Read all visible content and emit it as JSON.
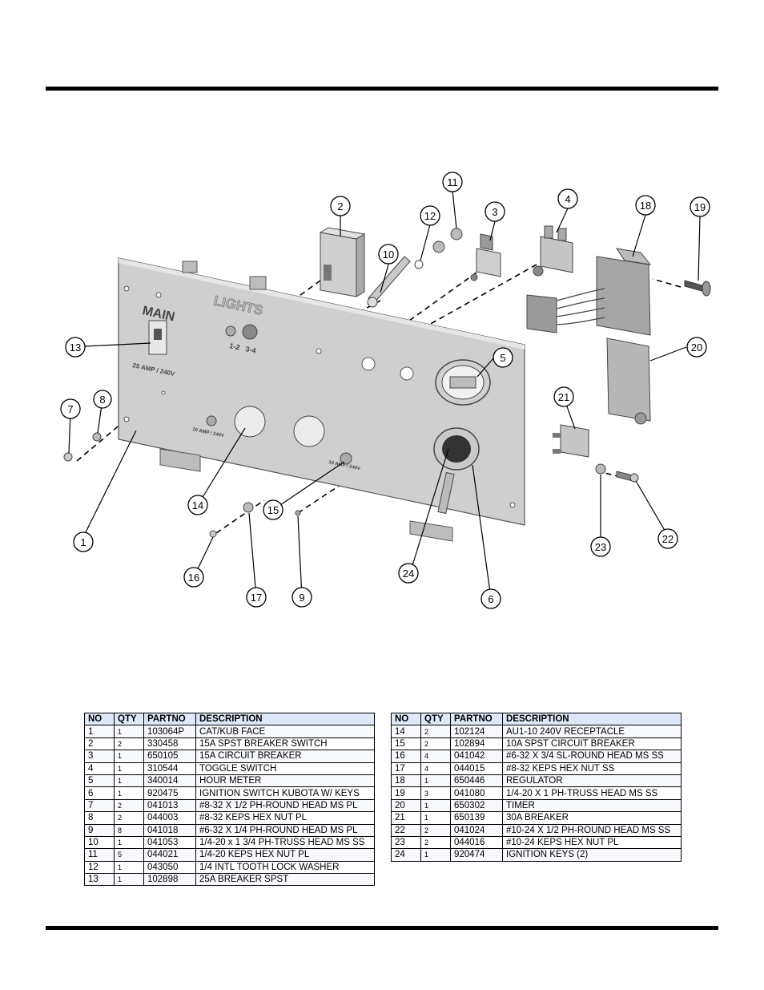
{
  "diagram": {
    "panel_labels": {
      "main": "MAIN",
      "main_rating": "25 AMP / 240V",
      "lights": "LIGHTS",
      "lights_1_2": "1-2",
      "lights_3_4": "3-4",
      "outlet_rating_left": "10 AMP / 240V",
      "outlet_rating_right": "10 AMP / 240V"
    },
    "callouts": [
      "1",
      "2",
      "3",
      "4",
      "5",
      "6",
      "7",
      "8",
      "9",
      "10",
      "11",
      "12",
      "13",
      "14",
      "15",
      "16",
      "17",
      "18",
      "19",
      "20",
      "21",
      "22",
      "23",
      "24"
    ]
  },
  "tables": {
    "headers": [
      "NO",
      "QTY",
      "PARTNO",
      "DESCRIPTION"
    ],
    "left_rows": [
      [
        "1",
        "1",
        "103064P",
        "CAT/KUB FACE"
      ],
      [
        "2",
        "2",
        "330458",
        "15A SPST BREAKER SWITCH"
      ],
      [
        "3",
        "1",
        "650105",
        "15A CIRCUIT BREAKER"
      ],
      [
        "4",
        "1",
        "310544",
        "TOGGLE SWITCH"
      ],
      [
        "5",
        "1",
        "340014",
        "HOUR METER"
      ],
      [
        "6",
        "1",
        "920475",
        "IGNITION SWITCH KUBOTA W/ KEYS"
      ],
      [
        "7",
        "2",
        "041013",
        "#8-32 X 1/2 PH-ROUND HEAD MS PL"
      ],
      [
        "8",
        "2",
        "044003",
        "#8-32 KEPS HEX NUT PL"
      ],
      [
        "9",
        "8",
        "041018",
        "#6-32 X 1/4 PH-ROUND HEAD MS PL"
      ],
      [
        "10",
        "1",
        "041053",
        "1/4-20 x 1 3/4 PH-TRUSS HEAD MS SS"
      ],
      [
        "11",
        "5",
        "044021",
        "1/4-20 KEPS HEX NUT PL"
      ],
      [
        "12",
        "1",
        "043050",
        "1/4 INTL TOOTH LOCK WASHER"
      ],
      [
        "13",
        "1",
        "102898",
        "25A BREAKER SPST"
      ]
    ],
    "right_rows": [
      [
        "14",
        "2",
        "102124",
        "AU1-10 240V RECEPTACLE"
      ],
      [
        "15",
        "2",
        "102894",
        "10A SPST CIRCUIT BREAKER"
      ],
      [
        "16",
        "4",
        "041042",
        "#6-32 X 3/4 SL-ROUND HEAD MS SS"
      ],
      [
        "17",
        "4",
        "044015",
        "#8-32 KEPS HEX NUT SS"
      ],
      [
        "18",
        "1",
        "650446",
        "REGULATOR"
      ],
      [
        "19",
        "3",
        "041080",
        "1/4-20 X 1 PH-TRUSS HEAD MS SS"
      ],
      [
        "20",
        "1",
        "650302",
        "TIMER"
      ],
      [
        "21",
        "1",
        "650139",
        "30A BREAKER"
      ],
      [
        "22",
        "2",
        "041024",
        "#10-24 X 1/2 PH-ROUND HEAD MS SS"
      ],
      [
        "23",
        "2",
        "044016",
        "#10-24 KEPS HEX NUT PL"
      ],
      [
        "24",
        "1",
        "920474",
        "IGNITION KEYS (2)"
      ]
    ]
  }
}
